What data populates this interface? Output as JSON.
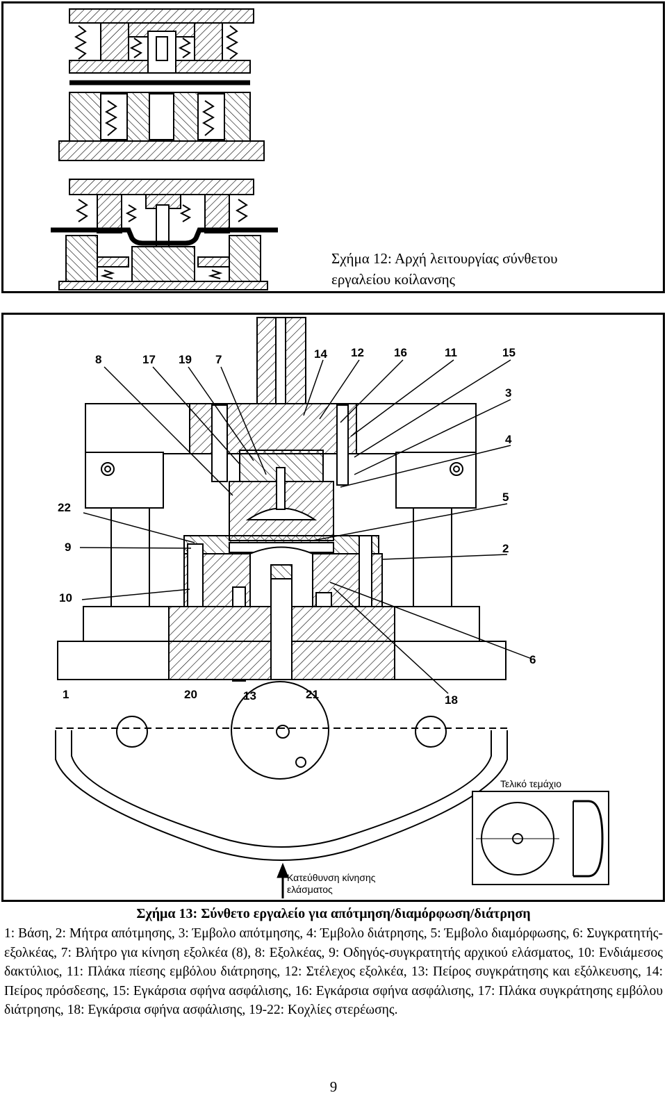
{
  "figure12": {
    "caption_line1": "Σχήμα 12: Αρχή λειτουργίας σύνθετου",
    "caption_line2": "εργαλείου κοίλανσης"
  },
  "figure13": {
    "callouts": [
      "8",
      "17",
      "19",
      "7",
      "14",
      "12",
      "16",
      "11",
      "15",
      "3",
      "4",
      "22",
      "5",
      "9",
      "2",
      "10",
      "6",
      "1",
      "20",
      "13",
      "21",
      "18"
    ],
    "final_part_label": "Τελικό τεμάχιο",
    "direction_label_line1": "Κατεύθυνση κίνησης",
    "direction_label_line2": "ελάσματος",
    "caption": "Σχήμα 13: Σύνθετο εργαλείο για απότμηση/διαμόρφωση/διάτρηση",
    "legend": "1: Βάση, 2: Μήτρα απότμησης, 3: Έμβολο απότμησης, 4: Έμβολο διάτρησης, 5: Έμβολο διαμόρφωσης, 6: Συγκρατητής-εξολκέας, 7: Βλήτρο για κίνηση εξολκέα (8), 8: Εξολκέας, 9: Οδηγός-συγκρατητής αρχικού ελάσματος, 10: Ενδιάμεσος δακτύλιος, 11: Πλάκα πίεσης εμβόλου διάτρησης, 12: Στέλεχος εξολκέα, 13: Πείρος συγκράτησης και εξόλκευσης, 14: Πείρος πρόσδεσης, 15: Εγκάρσια σφήνα ασφάλισης, 16: Εγκάρσια σφήνα ασφάλισης, 17: Πλάκα συγκράτησης εμβόλου διάτρησης, 18: Εγκάρσια σφήνα ασφάλισης, 19-22: Κοχλίες στερέωσης."
  },
  "page_number": "9"
}
